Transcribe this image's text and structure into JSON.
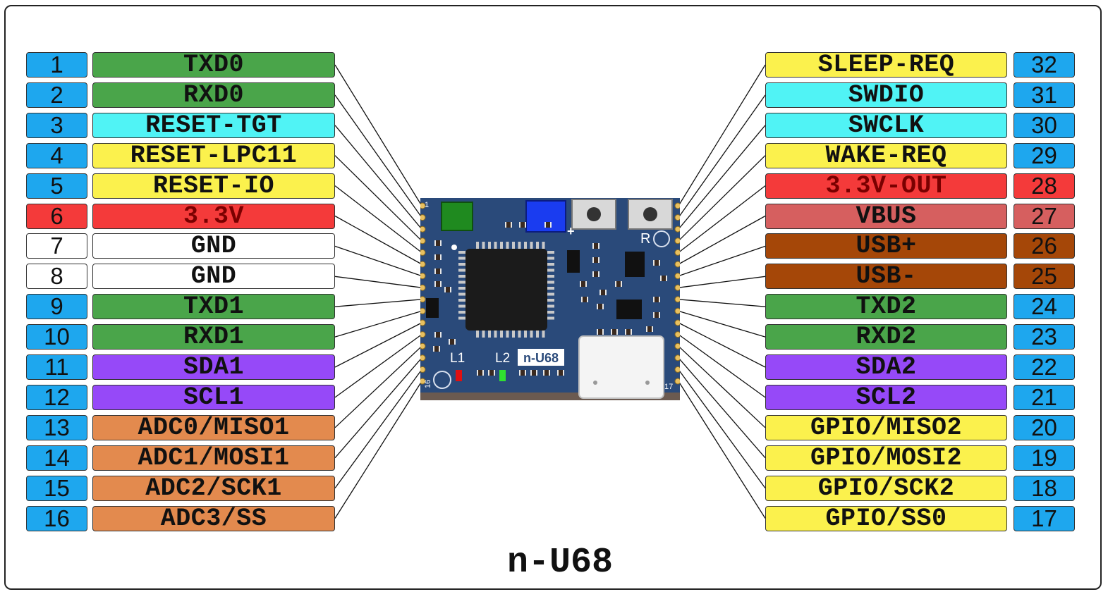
{
  "title": "n-U68",
  "board": {
    "silk_pin1": "1",
    "silk_pin16": "16",
    "silk_pin17": "17",
    "led1_label": "L1",
    "led2_label": "L2",
    "module_label": "n-U68",
    "reset_button_label": "R",
    "plus_marker": "+"
  },
  "left_pins": [
    {
      "num": "1",
      "label": "TXD0",
      "num_color": "#1ea7ee",
      "label_color": "#4aa54a"
    },
    {
      "num": "2",
      "label": "RXD0",
      "num_color": "#1ea7ee",
      "label_color": "#4aa54a"
    },
    {
      "num": "3",
      "label": "RESET-TGT",
      "num_color": "#1ea7ee",
      "label_color": "#50f3f5"
    },
    {
      "num": "4",
      "label": "RESET-LPC11",
      "num_color": "#1ea7ee",
      "label_color": "#fbf14d"
    },
    {
      "num": "5",
      "label": "RESET-IO",
      "num_color": "#1ea7ee",
      "label_color": "#fbf14d"
    },
    {
      "num": "6",
      "label": "3.3V",
      "num_color": "#f43a3a",
      "label_color": "#f43a3a"
    },
    {
      "num": "7",
      "label": "GND",
      "num_color": "#ffffff",
      "label_color": "#ffffff"
    },
    {
      "num": "8",
      "label": "GND",
      "num_color": "#ffffff",
      "label_color": "#ffffff"
    },
    {
      "num": "9",
      "label": "TXD1",
      "num_color": "#1ea7ee",
      "label_color": "#4aa54a"
    },
    {
      "num": "10",
      "label": "RXD1",
      "num_color": "#1ea7ee",
      "label_color": "#4aa54a"
    },
    {
      "num": "11",
      "label": "SDA1",
      "num_color": "#1ea7ee",
      "label_color": "#9649f8"
    },
    {
      "num": "12",
      "label": "SCL1",
      "num_color": "#1ea7ee",
      "label_color": "#9649f8"
    },
    {
      "num": "13",
      "label": "ADC0/MISO1",
      "num_color": "#1ea7ee",
      "label_color": "#e38a4e"
    },
    {
      "num": "14",
      "label": "ADC1/MOSI1",
      "num_color": "#1ea7ee",
      "label_color": "#e38a4e"
    },
    {
      "num": "15",
      "label": "ADC2/SCK1",
      "num_color": "#1ea7ee",
      "label_color": "#e38a4e"
    },
    {
      "num": "16",
      "label": "ADC3/SS",
      "num_color": "#1ea7ee",
      "label_color": "#e38a4e"
    }
  ],
  "right_pins": [
    {
      "num": "32",
      "label": "SLEEP-REQ",
      "num_color": "#1ea7ee",
      "label_color": "#fbf14d"
    },
    {
      "num": "31",
      "label": "SWDIO",
      "num_color": "#1ea7ee",
      "label_color": "#50f3f5"
    },
    {
      "num": "30",
      "label": "SWCLK",
      "num_color": "#1ea7ee",
      "label_color": "#50f3f5"
    },
    {
      "num": "29",
      "label": "WAKE-REQ",
      "num_color": "#1ea7ee",
      "label_color": "#fbf14d"
    },
    {
      "num": "28",
      "label": "3.3V-OUT",
      "num_color": "#f43a3a",
      "label_color": "#f43a3a"
    },
    {
      "num": "27",
      "label": "VBUS",
      "num_color": "#d65f5f",
      "label_color": "#d65f5f"
    },
    {
      "num": "26",
      "label": "USB+",
      "num_color": "#a54708",
      "label_color": "#a54708"
    },
    {
      "num": "25",
      "label": "USB-",
      "num_color": "#a54708",
      "label_color": "#a54708"
    },
    {
      "num": "24",
      "label": "TXD2",
      "num_color": "#1ea7ee",
      "label_color": "#4aa54a"
    },
    {
      "num": "23",
      "label": "RXD2",
      "num_color": "#1ea7ee",
      "label_color": "#4aa54a"
    },
    {
      "num": "22",
      "label": "SDA2",
      "num_color": "#1ea7ee",
      "label_color": "#9649f8"
    },
    {
      "num": "21",
      "label": "SCL2",
      "num_color": "#1ea7ee",
      "label_color": "#9649f8"
    },
    {
      "num": "20",
      "label": "GPIO/MISO2",
      "num_color": "#1ea7ee",
      "label_color": "#fbf14d"
    },
    {
      "num": "19",
      "label": "GPIO/MOSI2",
      "num_color": "#1ea7ee",
      "label_color": "#fbf14d"
    },
    {
      "num": "18",
      "label": "GPIO/SCK2",
      "num_color": "#1ea7ee",
      "label_color": "#fbf14d"
    },
    {
      "num": "17",
      "label": "GPIO/SS0",
      "num_color": "#1ea7ee",
      "label_color": "#fbf14d"
    }
  ]
}
